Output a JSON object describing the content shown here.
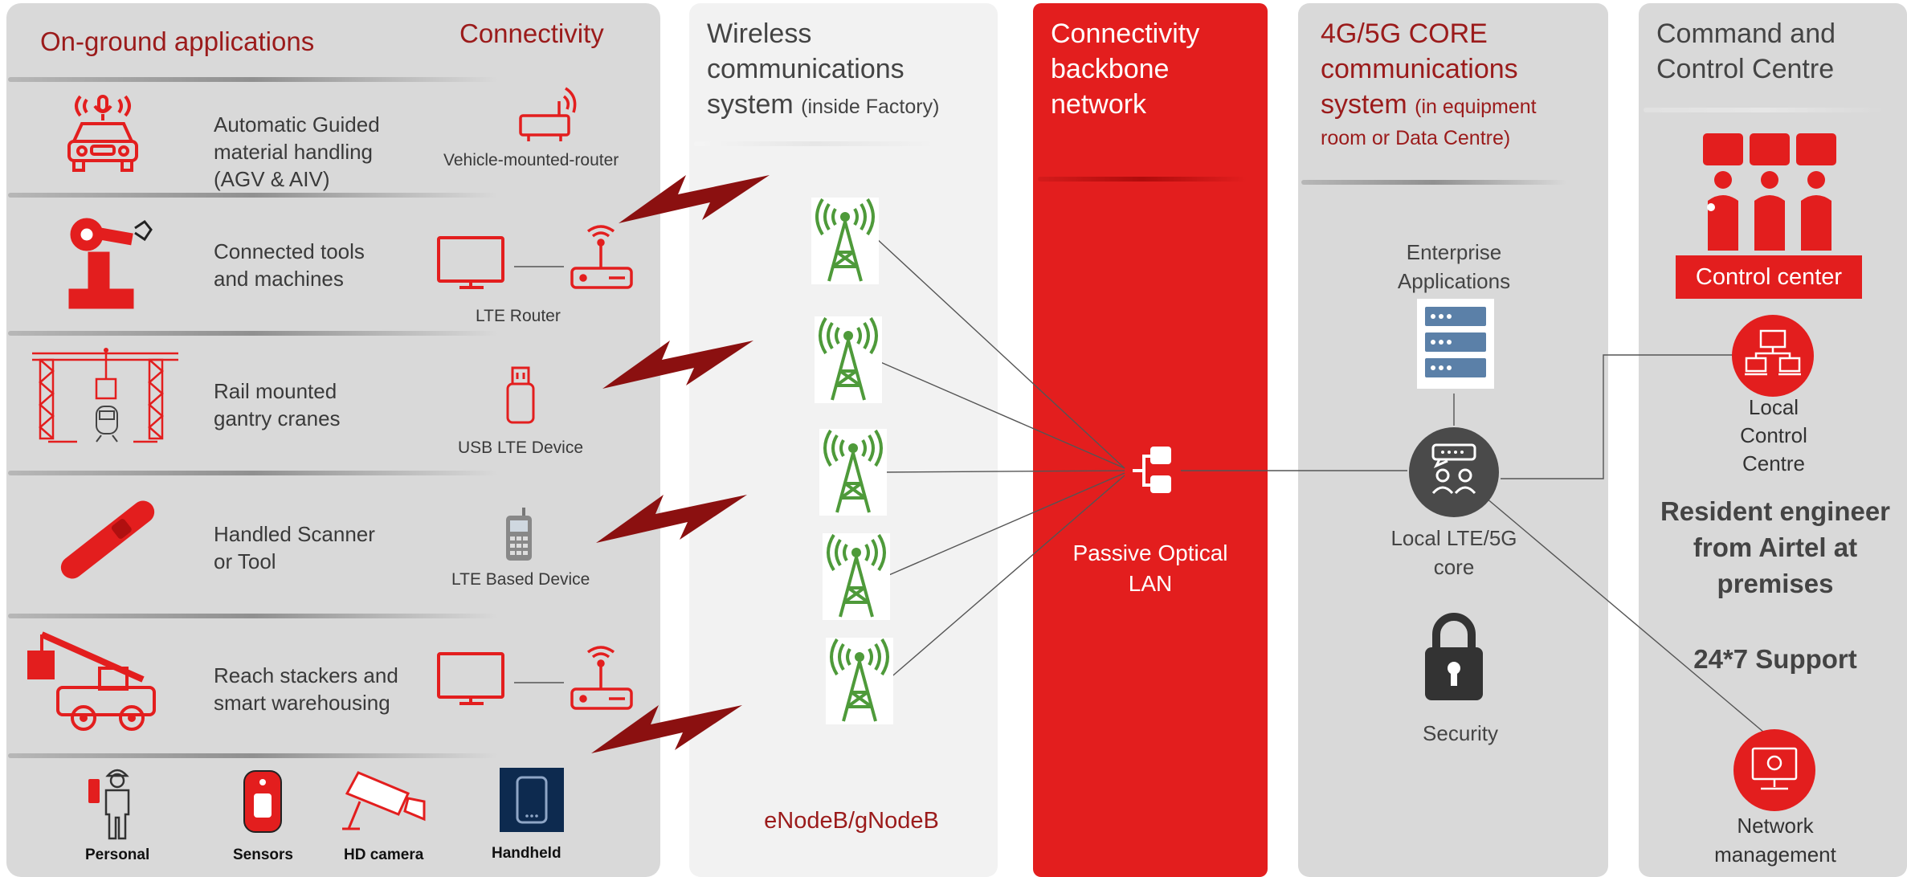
{
  "colors": {
    "accent_red": "#e31e1e",
    "dark_red": "#8b0000",
    "title_red": "#9b1b1b",
    "tower_green": "#4e9a3a",
    "panel_gray": "#d9d9d9"
  },
  "ground": {
    "title": "On-ground applications",
    "connectivity_title": "Connectivity",
    "rows": [
      {
        "label": [
          "Automatic Guided",
          "material handling",
          "(AGV & AIV)"
        ],
        "device": "Vehicle-mounted-router",
        "icon": "agv-car-icon",
        "device_icon": "router-icon"
      },
      {
        "label": [
          "Connected tools",
          "and machines"
        ],
        "device": "LTE Router",
        "icon": "robot-arm-icon",
        "device_icon": "monitor-router-icon"
      },
      {
        "label": [
          "Rail mounted",
          "gantry cranes"
        ],
        "device": "USB LTE Device",
        "icon": "gantry-crane-icon",
        "device_icon": "usb-dongle-icon"
      },
      {
        "label": [
          "Handled Scanner",
          "or Tool"
        ],
        "device": "LTE Based Device",
        "icon": "scanner-icon",
        "device_icon": "phone-icon"
      },
      {
        "label": [
          "Reach stackers and",
          "smart warehousing"
        ],
        "device": "",
        "icon": "reach-stacker-icon",
        "device_icon": "monitor-router-icon"
      }
    ],
    "bottom": [
      {
        "label": "Personal",
        "icon": "worker-icon"
      },
      {
        "label": "Sensors",
        "icon": "sensor-icon"
      },
      {
        "label": "HD camera",
        "icon": "cctv-camera-icon"
      },
      {
        "label": "Handheld",
        "icon": "tablet-icon"
      }
    ]
  },
  "wireless": {
    "title": [
      "Wireless",
      "communications",
      "system"
    ],
    "title_note": "(inside Factory)",
    "tower_count": 5,
    "footer": "eNodeB/gNodeB"
  },
  "backbone": {
    "title": [
      "Connectivity",
      "backbone",
      "network"
    ],
    "node_label": [
      "Passive Optical",
      "LAN"
    ]
  },
  "core": {
    "title": [
      "4G/5G CORE",
      "communications",
      "system"
    ],
    "title_note": [
      "(in equipment",
      "room or Data Centre)"
    ],
    "apps_label": [
      "Enterprise",
      "Applications"
    ],
    "core_label": [
      "Local LTE/5G",
      "core"
    ],
    "security_label": "Security"
  },
  "command": {
    "title": [
      "Command and",
      "Control Centre"
    ],
    "control_center": "Control center",
    "local_label": [
      "Local",
      "Control",
      "Centre"
    ],
    "engineer": [
      "Resident engineer",
      "from Airtel at",
      "premises"
    ],
    "support": "24*7 Support",
    "netmgmt_label": [
      "Network",
      "management"
    ]
  }
}
